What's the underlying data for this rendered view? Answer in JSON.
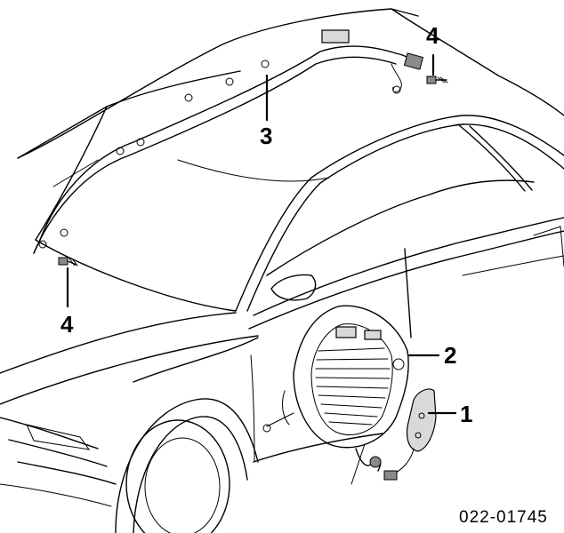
{
  "callouts": {
    "c1": "1",
    "c2": "2",
    "c3": "3",
    "c4_top": "4",
    "c4_left": "4"
  },
  "part_number": "022-01745"
}
